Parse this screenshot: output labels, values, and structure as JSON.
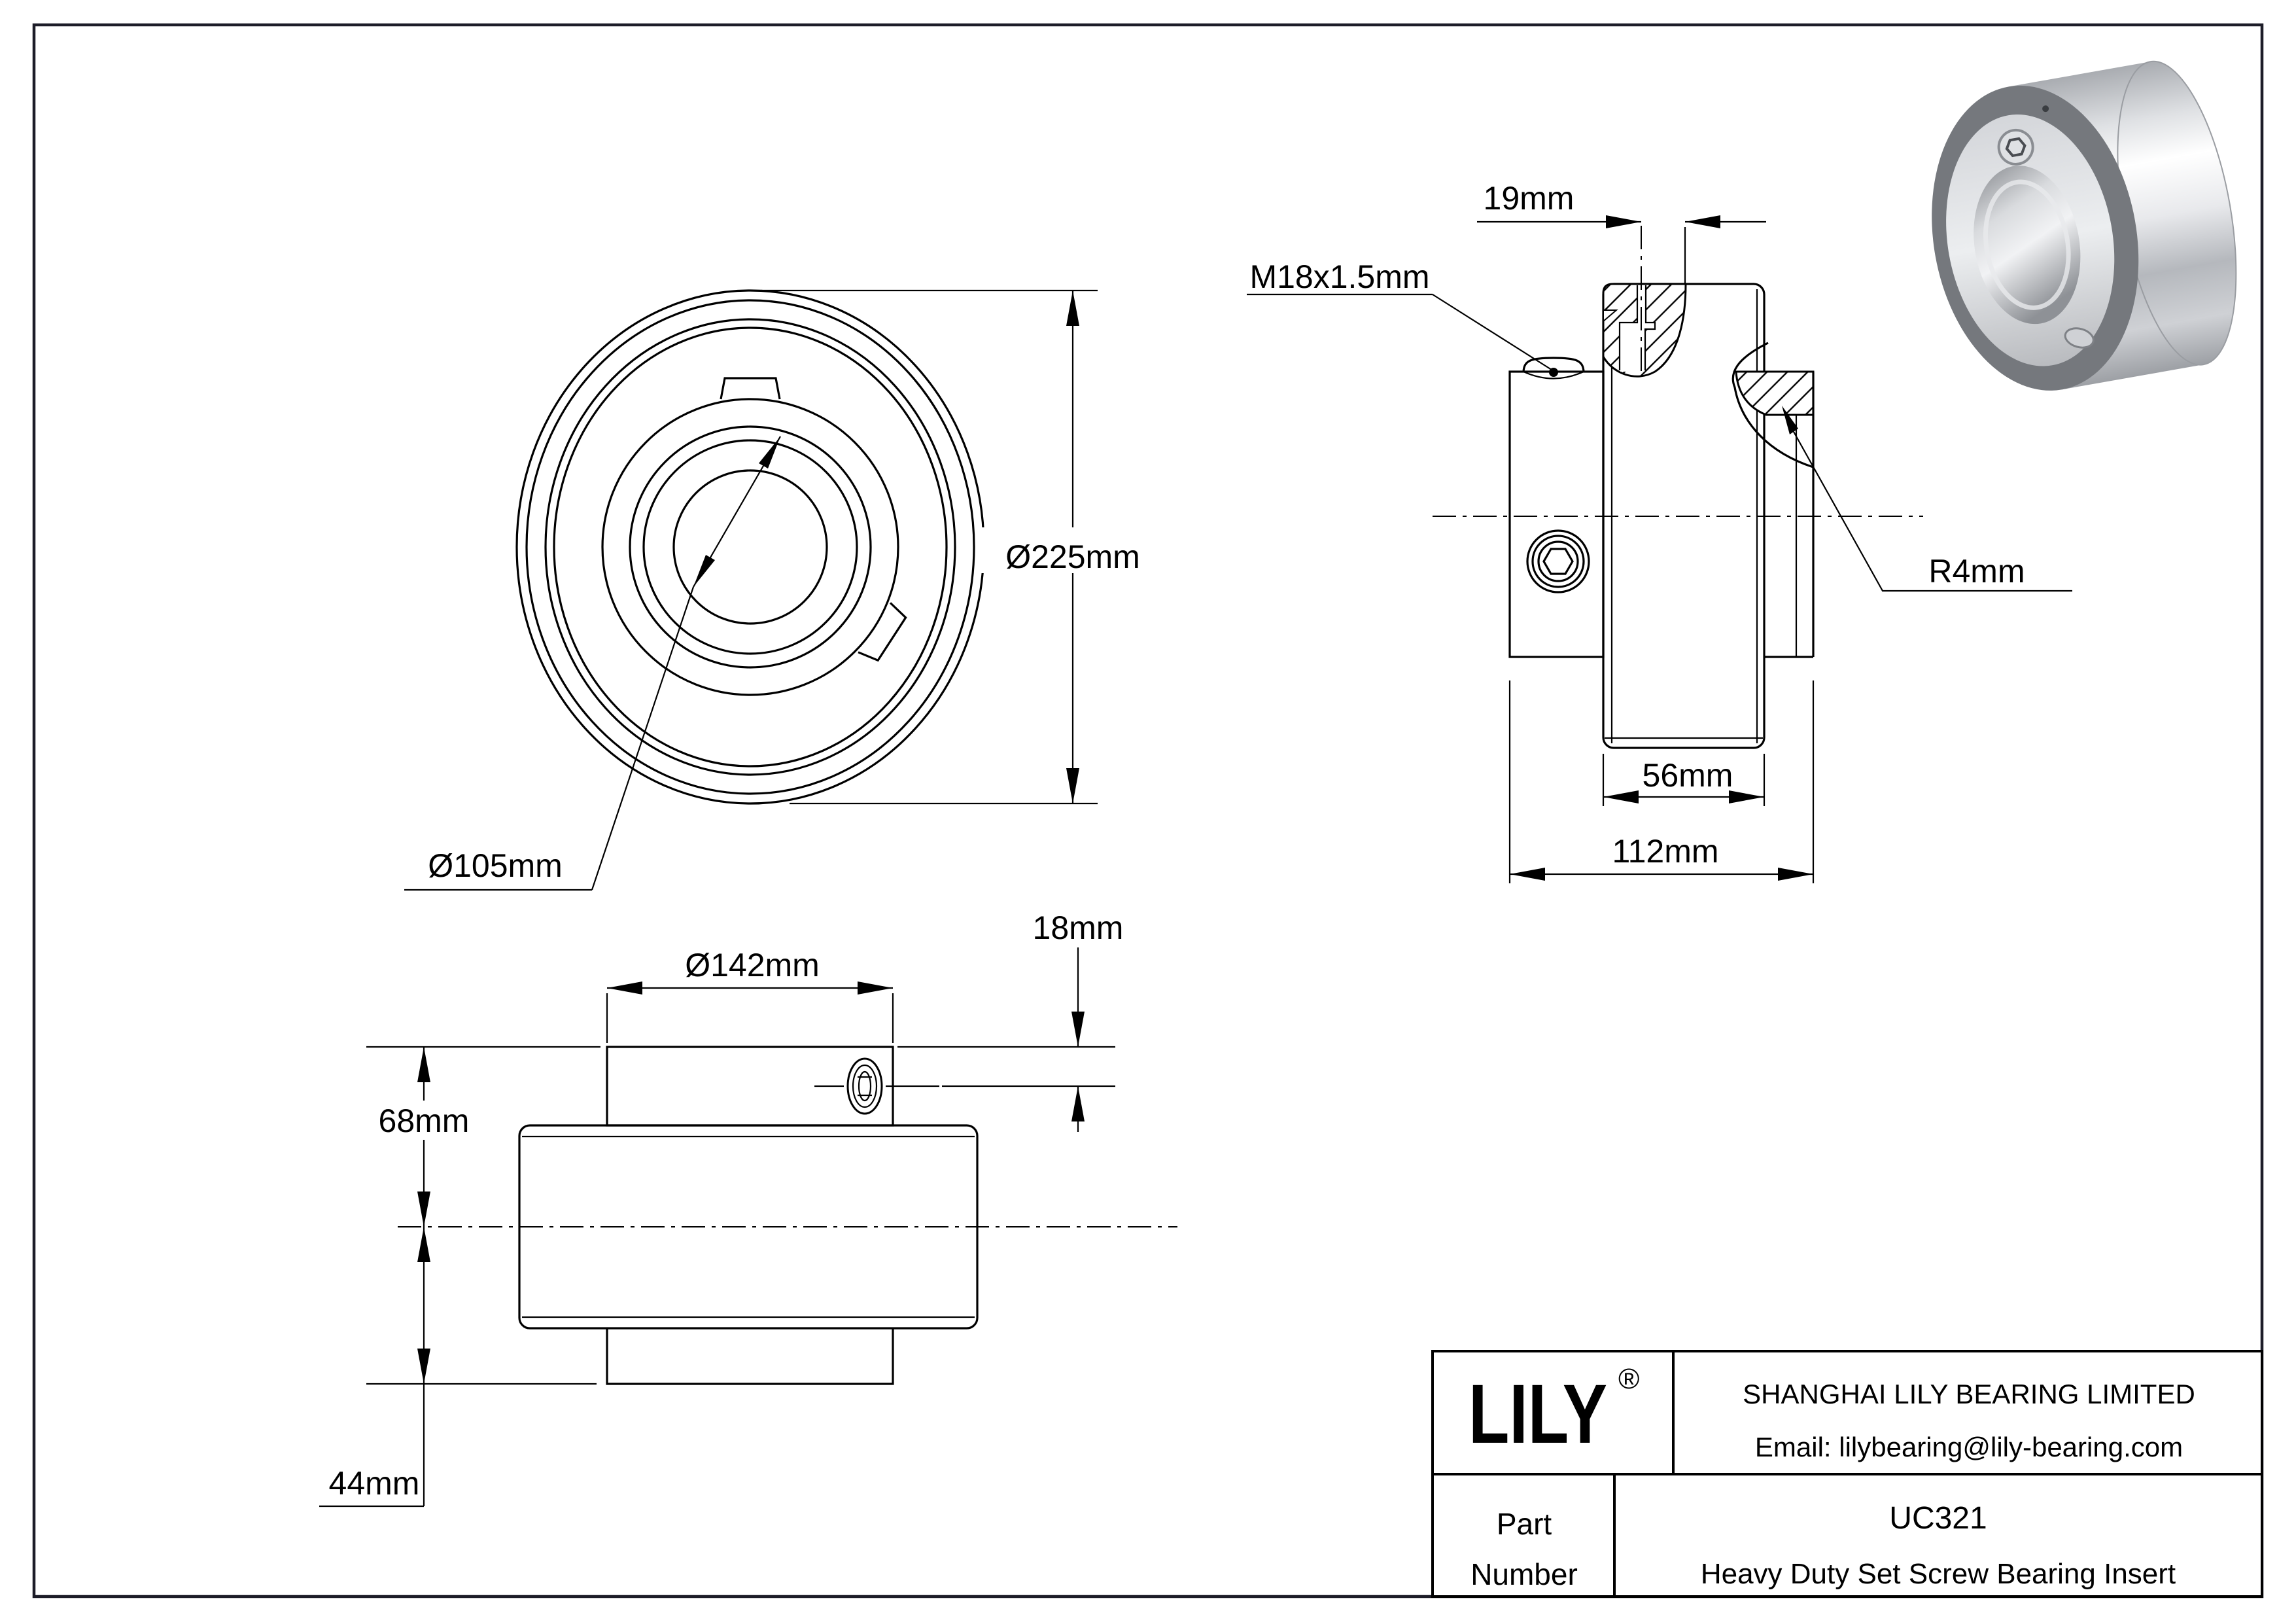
{
  "views": {
    "front": {
      "label_od": "Ø225mm",
      "label_bore": "Ø105mm"
    },
    "section": {
      "label_offset": "19mm",
      "label_thread": "M18x1.5mm",
      "label_fillet": "R4mm",
      "label_outer_width": "56mm",
      "label_total_width": "112mm"
    },
    "elevation": {
      "label_collar_od": "Ø142mm",
      "label_screw_offset": "18mm",
      "label_upper_height": "68mm",
      "label_lower_height": "44mm"
    }
  },
  "title_block": {
    "logo": "LILY",
    "registered": "®",
    "company": "SHANGHAI LILY BEARING LIMITED",
    "email": "Email: lilybearing@lily-bearing.com",
    "part_label_line1": "Part",
    "part_label_line2": "Number",
    "part_number": "UC321",
    "description": "Heavy Duty Set Screw Bearing Insert"
  },
  "colors": {
    "ink": "#000000",
    "border": "#1c1c28",
    "metal_light": "#f2f3f5",
    "metal_mid": "#c7c9cd",
    "metal_dark": "#75787d"
  }
}
